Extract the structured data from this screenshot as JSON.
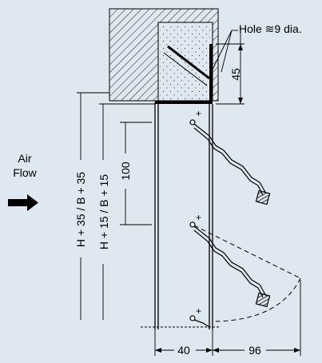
{
  "labels": {
    "hole": "Hole ≋9 dia.",
    "air": "Air",
    "flow": "Flow",
    "dim_45": "45",
    "dim_100": "100",
    "dim_height_outer": "H + 35 / B + 35",
    "dim_height_inner": "H + 15 / B + 15",
    "dim_40": "40",
    "dim_96": "96"
  },
  "colors": {
    "background": "#dfe7f1",
    "line": "#000000",
    "fill_light": "#ffffff"
  },
  "icons": {
    "air_flow_arrow": "arrow-right-icon"
  }
}
